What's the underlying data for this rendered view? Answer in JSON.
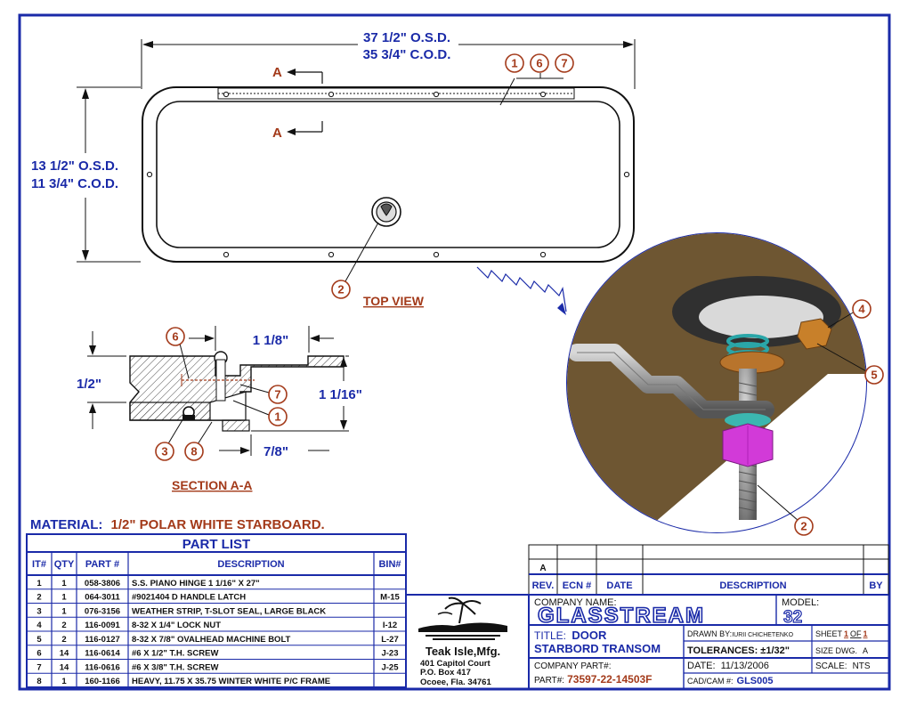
{
  "top_view": {
    "width_osd": "37 1/2\" O.S.D.",
    "width_cod": "35 3/4\" C.O.D.",
    "height_osd": "13 1/2\" O.S.D.",
    "height_cod": "11 3/4\" C.O.D.",
    "section_mark": "A",
    "label": "TOP VIEW",
    "balloons": [
      "1",
      "6",
      "7",
      "2"
    ]
  },
  "section": {
    "label": "SECTION A-A",
    "dim_top": "1 1/8\"",
    "dim_left": "1/2\"",
    "dim_right": "1 1/16\"",
    "dim_bottom": "7/8\"",
    "balloons": [
      "6",
      "7",
      "1",
      "3",
      "8"
    ]
  },
  "detail": {
    "balloons": [
      "4",
      "5",
      "2"
    ]
  },
  "material": {
    "label": "MATERIAL:",
    "value": "1/2\" POLAR WHITE STARBOARD."
  },
  "parts": {
    "title": "PART LIST",
    "headers": [
      "IT#",
      "QTY",
      "PART #",
      "DESCRIPTION",
      "BIN#"
    ],
    "rows": [
      [
        "1",
        "1",
        "058-3806",
        "S.S. PIANO HINGE 1 1/16\" X 27\"",
        ""
      ],
      [
        "2",
        "1",
        "064-3011",
        "#9021404 D HANDLE LATCH",
        "M-15"
      ],
      [
        "3",
        "1",
        "076-3156",
        "WEATHER STRIP, T-SLOT SEAL, LARGE BLACK",
        ""
      ],
      [
        "4",
        "2",
        "116-0091",
        "8-32 X 1/4\" LOCK NUT",
        "I-12"
      ],
      [
        "5",
        "2",
        "116-0127",
        "8-32 X 7/8\" OVALHEAD MACHINE BOLT",
        "L-27"
      ],
      [
        "6",
        "14",
        "116-0614",
        "#6 X 1/2\" T.H. SCREW",
        "J-23"
      ],
      [
        "7",
        "14",
        "116-0616",
        "#6 X 3/8\" T.H. SCREW",
        "J-25"
      ],
      [
        "8",
        "1",
        "160-1166",
        "HEAVY, 11.75 X 35.75 WINTER WHITE P/C FRAME",
        ""
      ]
    ]
  },
  "company": {
    "name": "Teak Isle,Mfg.",
    "address1": "401 Capitol Court",
    "address2": "P.O. Box 417",
    "address3": "Ocoee, Fla. 34761"
  },
  "revision": {
    "rev_value": "A",
    "headers": [
      "REV.",
      "ECN #",
      "DATE",
      "DESCRIPTION",
      "BY"
    ]
  },
  "title_block": {
    "company_label": "COMPANY NAME:",
    "company_value": "GLASSTREAM",
    "model_label": "MODEL:",
    "model_value": "32",
    "title_label": "TITLE:",
    "title_line1": "DOOR",
    "title_line2": "STARBORD TRANSOM",
    "drawn_by_label": "DRAWN BY:",
    "drawn_by_value": "IURII CHICHETENKO",
    "sheet_label": "SHEET",
    "sheet_num": "1",
    "sheet_of": "OF",
    "sheet_total": "1",
    "tolerances": "TOLERANCES: ±1/32\"",
    "size_dwg": "SIZE DWG.",
    "size_value": "A",
    "company_part_label": "COMPANY PART#:",
    "part_label": "PART#:",
    "part_value": "73597-22-14503F",
    "date_label": "DATE:",
    "date_value": "11/13/2006",
    "scale_label": "SCALE:",
    "scale_value": "NTS",
    "cad_label": "CAD/CAM #:",
    "cad_value": "GLS005"
  },
  "colors": {
    "border": "#1a2aa8",
    "accent_red": "#a33a1a",
    "glasstream_blue": "#1a2aa8",
    "detail_bg": "#6e5632"
  }
}
